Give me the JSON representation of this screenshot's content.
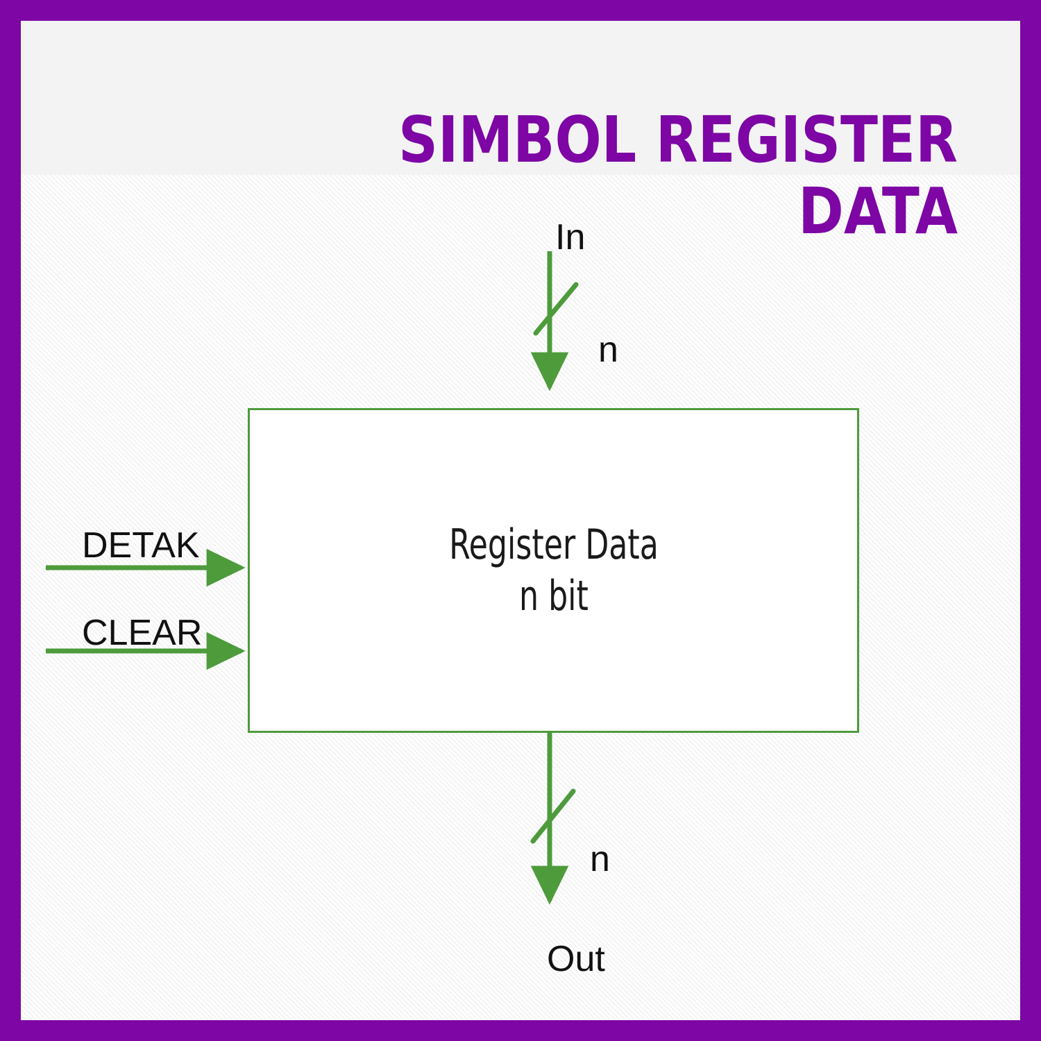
{
  "slide": {
    "border_color": "#7D06A5",
    "background_color": "#F3F3F4"
  },
  "title": {
    "text": "SIMBOL REGISTER\nDATA",
    "color": "#7D06A5"
  },
  "diagram": {
    "type": "block-diagram",
    "accent_color": "#4E9B3C",
    "block": {
      "name": "register-data-block",
      "line1": "Register Data",
      "line2": "n bit",
      "fill": "#FFFFFF",
      "border_color": "#4E9B3C"
    },
    "ports": {
      "input_top": {
        "label": "In",
        "bus_width_label": "n",
        "direction": "into-block"
      },
      "output_bottom": {
        "label": "Out",
        "bus_width_label": "n",
        "direction": "out-of-block"
      },
      "control_inputs": [
        {
          "label": "DETAK",
          "direction": "into-block"
        },
        {
          "label": "CLEAR",
          "direction": "into-block"
        }
      ]
    }
  }
}
